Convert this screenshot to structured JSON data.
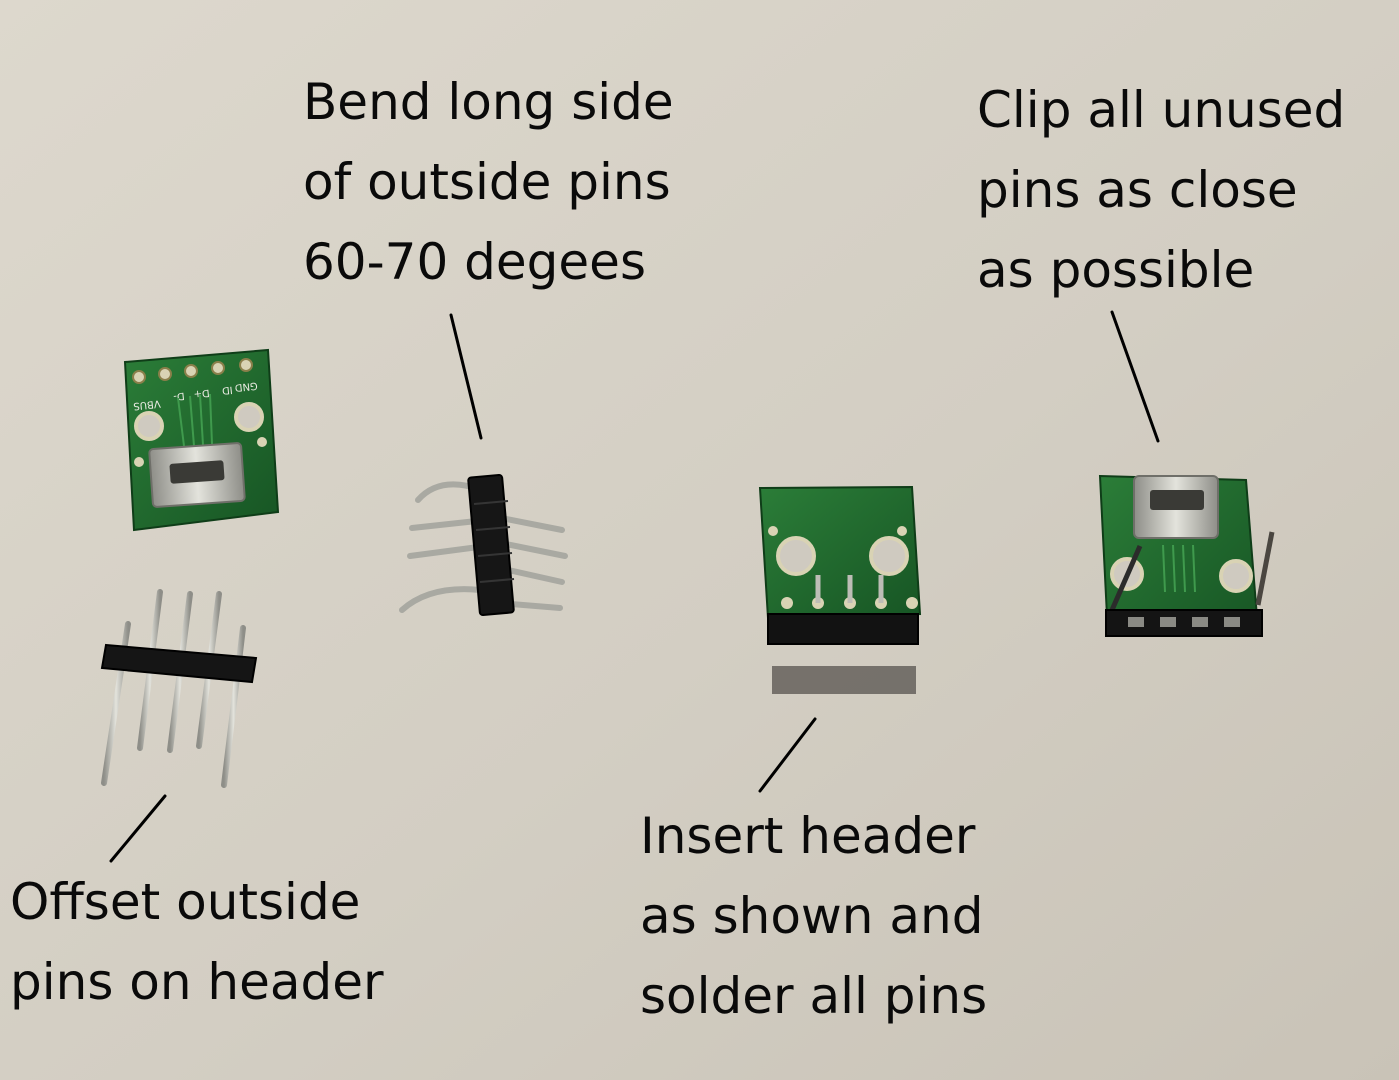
{
  "captions": {
    "bend": {
      "lines": [
        "Bend long side",
        "of outside pins",
        "60-70 degees"
      ]
    },
    "clip": {
      "lines": [
        "Clip all unused",
        "pins as close",
        "as possible"
      ]
    },
    "offset": {
      "lines": [
        "Offset outside",
        "pins on header"
      ]
    },
    "insert": {
      "lines": [
        "Insert header",
        "as shown and",
        "solder all pins"
      ]
    }
  },
  "board_labels": [
    "GND",
    "ID",
    "D+",
    "D-",
    "VBUS"
  ],
  "colors": {
    "paper": "#d6d1c7",
    "pcb": "#1f6b2c",
    "ink": "#0a0a0a",
    "metal": "#bdbdb6"
  }
}
